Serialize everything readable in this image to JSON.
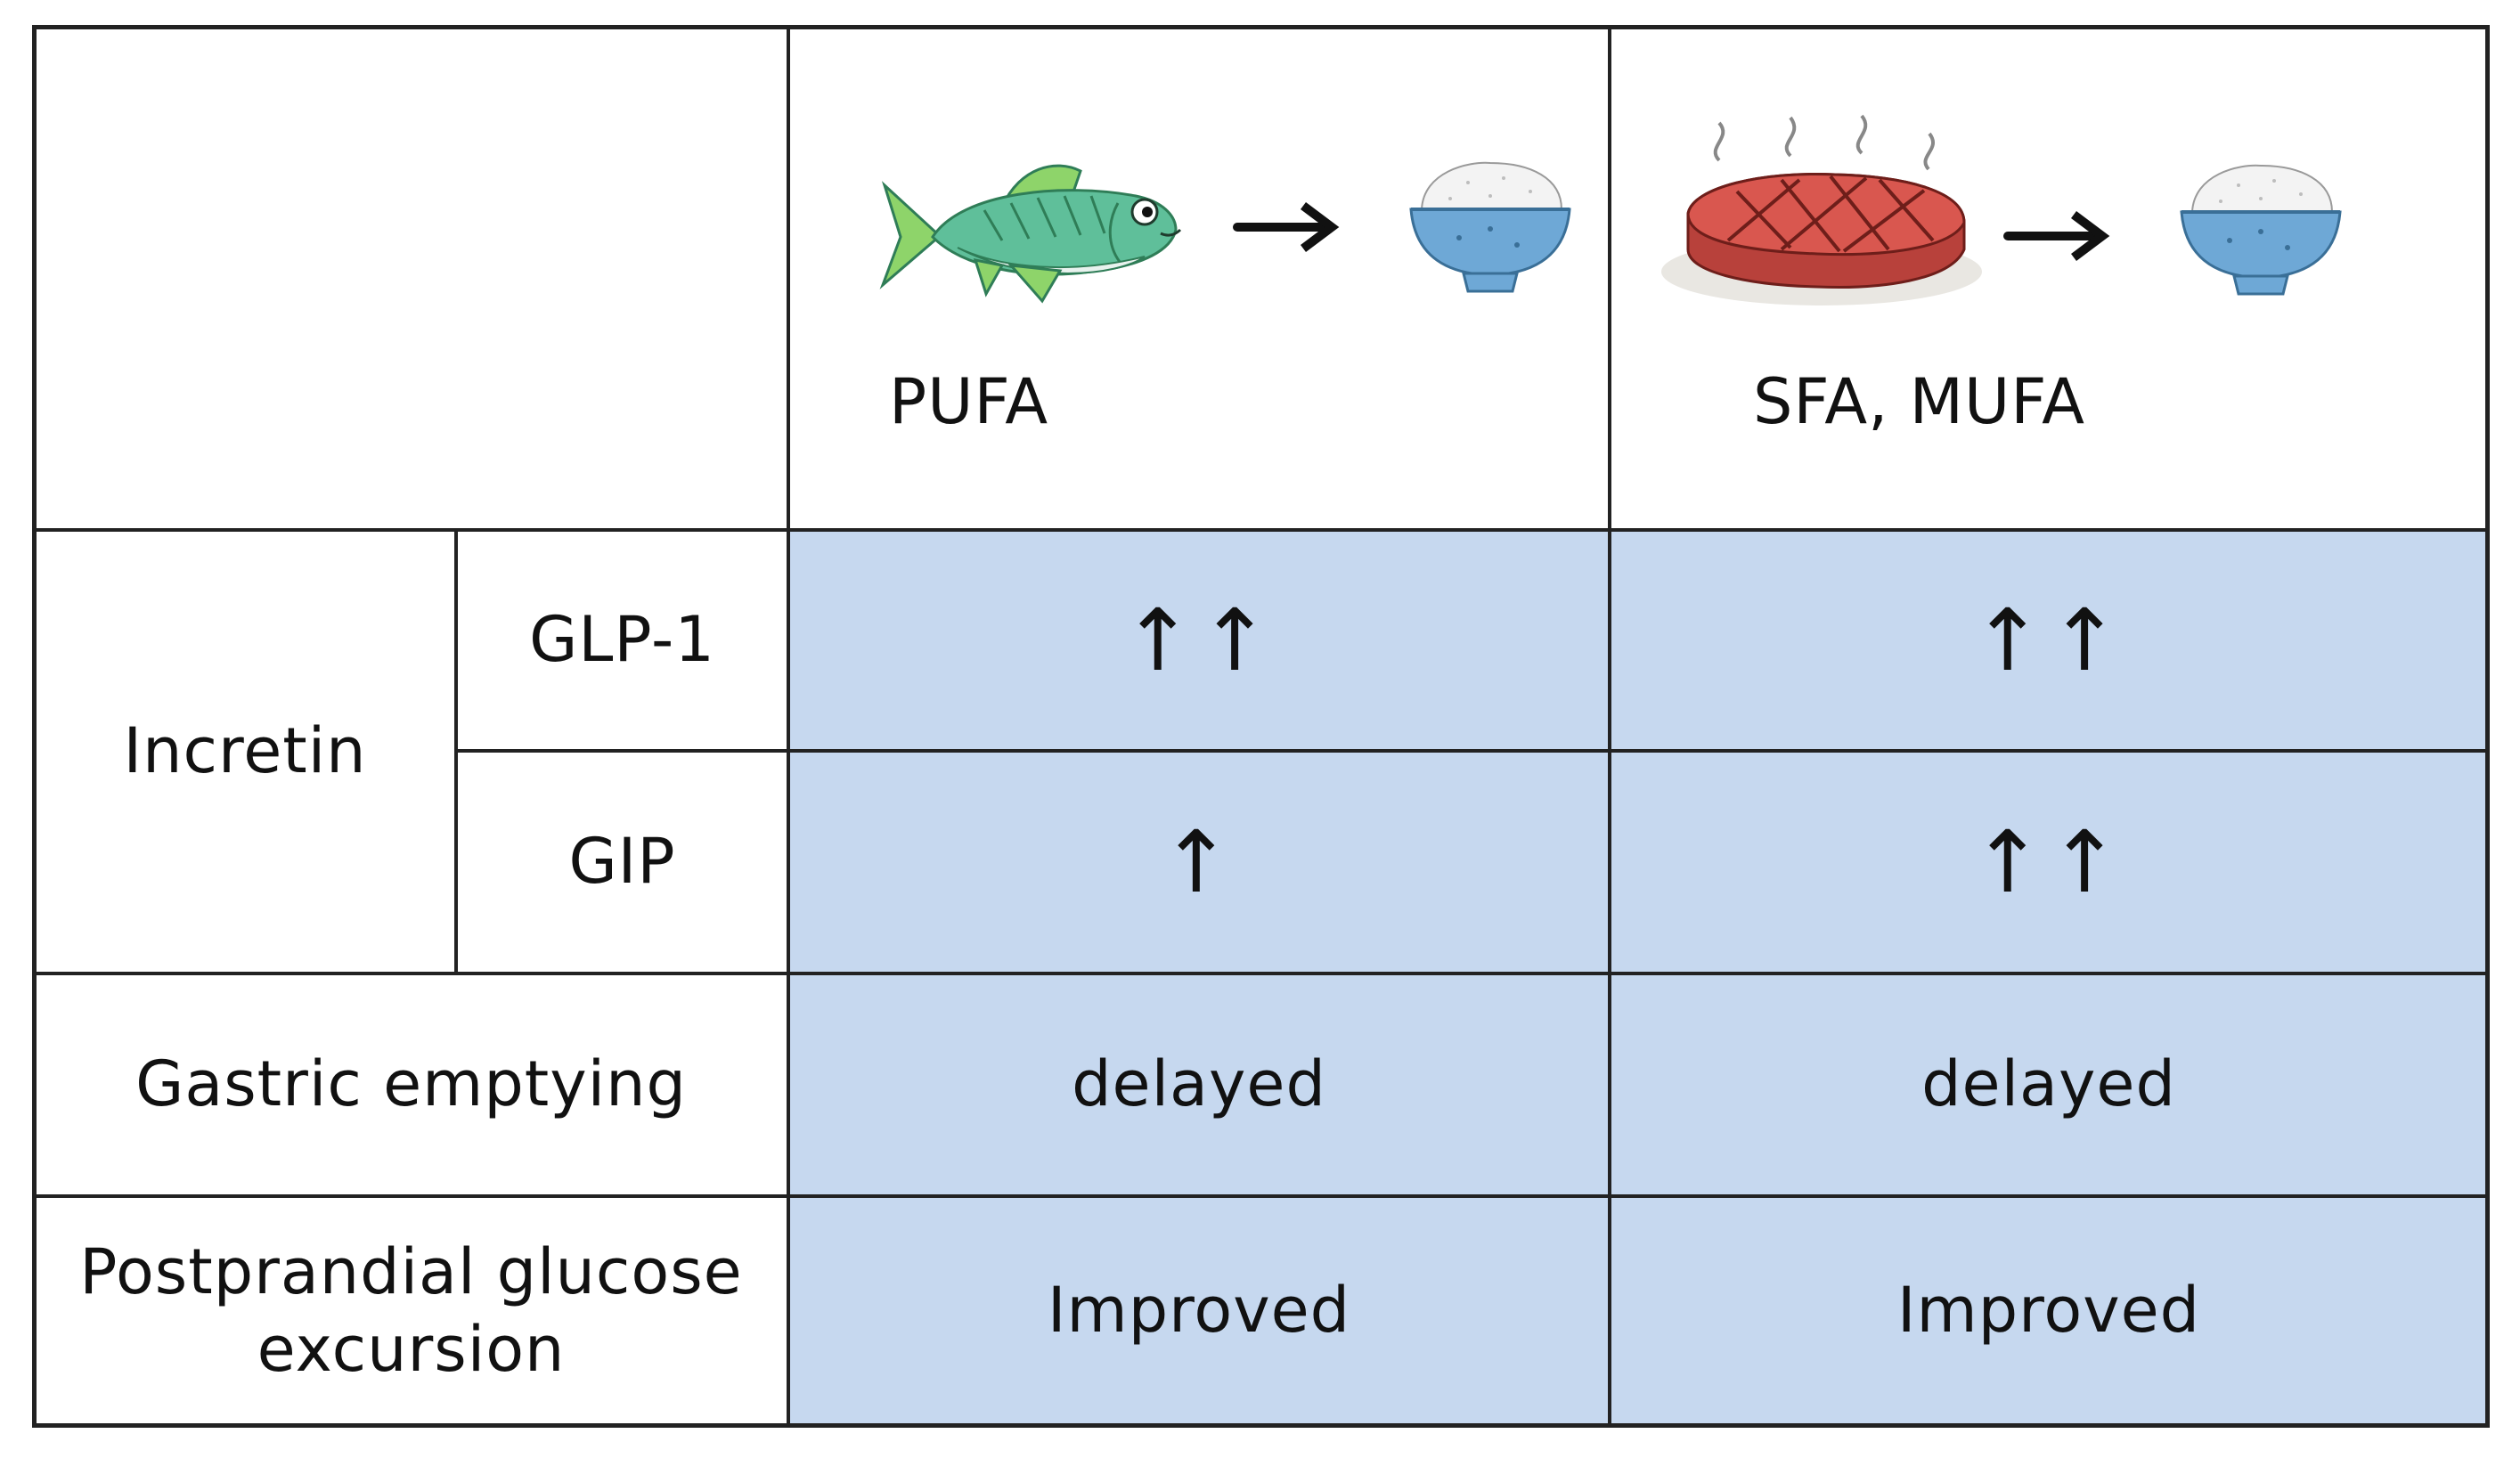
{
  "header": {
    "pufa_label": "PUFA",
    "sfa_mufa_label": "SFA, MUFA",
    "pufa_food_icon": "fish-icon",
    "sfa_food_icon": "grilled-steak-icon",
    "then_icon": "right-arrow-icon",
    "rice_icon": "rice-bowl-icon"
  },
  "rows": {
    "incretin_label": "Incretin",
    "glp1_label": "GLP-1",
    "gip_label": "GIP",
    "gastric_label": "Gastric emptying",
    "glucose_label_line1": "Postprandial glucose",
    "glucose_label_line2": "excursion"
  },
  "values": {
    "pufa_glp1": "↑↑",
    "sfa_glp1": "↑↑",
    "pufa_gip": "↑",
    "sfa_gip": "↑↑",
    "pufa_gastric": "delayed",
    "sfa_gastric": "delayed",
    "pufa_glucose": "Improved",
    "sfa_glucose": "Improved"
  },
  "colors": {
    "cell_fill": "#c6d8ef",
    "border": "#222222",
    "fish_body": "#5fbf9a",
    "meat": "#d9574f",
    "bowl": "#6ea8d6"
  }
}
